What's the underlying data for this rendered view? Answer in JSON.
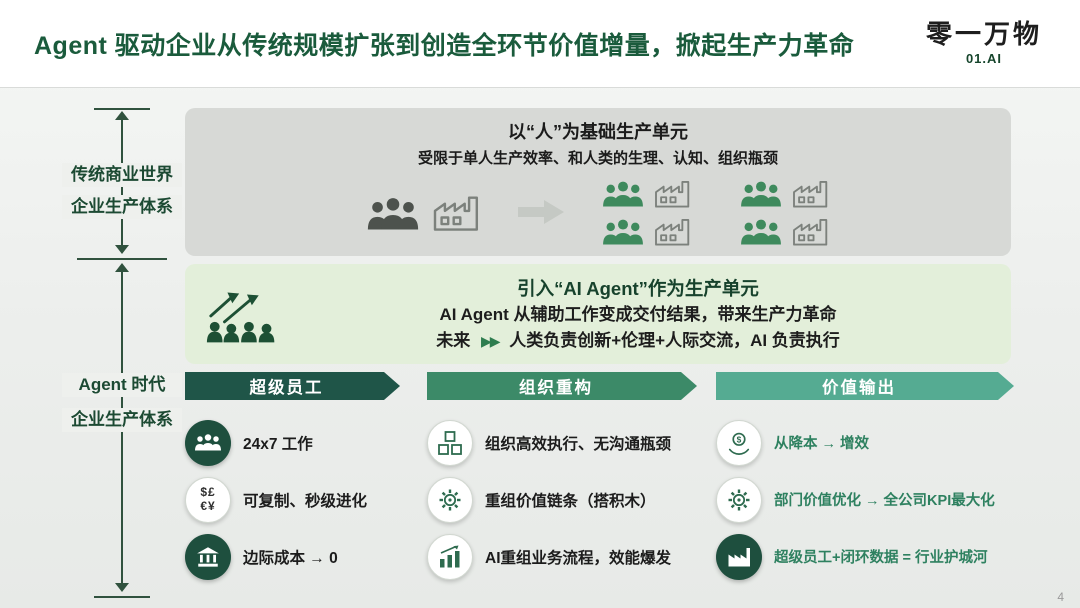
{
  "slide": {
    "title": "Agent 驱动企业从传统规模扩张到创造全环节价值增量，掀起生产力革命",
    "logo_text": "零一万物",
    "logo_sub": "01.AI",
    "page_number": "4"
  },
  "axis": {
    "top_label_line1": "传统商业世界",
    "top_label_line2": "企业生产体系",
    "bottom_label_line1": "Agent 时代",
    "bottom_label_line2": "企业生产体系"
  },
  "traditional_box": {
    "heading": "以“人”为基础生产单元",
    "subheading": "受限于单人生产效率、和人类的生理、认知、组织瓶颈"
  },
  "agent_box": {
    "heading": "引入“AI Agent”作为生产单元",
    "line2": "AI Agent 从辅助工作变成交付结果，带来生产力革命",
    "future_label": "未来",
    "future_arrows": "▶▶",
    "line3": "人类负责创新+伦理+人际交流，AI 负责执行"
  },
  "columns": [
    {
      "header": "超级员工",
      "items": [
        {
          "icon": "team-icon",
          "text": "24x7 工作"
        },
        {
          "icon": "currency-icon",
          "text": "可复制、秒级进化",
          "glyph_top": "$£",
          "glyph_bottom": "€¥"
        },
        {
          "icon": "bank-icon",
          "text": "边际成本 → 0"
        }
      ]
    },
    {
      "header": "组织重构",
      "items": [
        {
          "icon": "cubes-icon",
          "text": "组织高效执行、无沟通瓶颈"
        },
        {
          "icon": "gear-icon",
          "text": "重组价值链条（搭积木）"
        },
        {
          "icon": "bar-chart-icon",
          "text": "AI重组业务流程，效能爆发"
        }
      ]
    },
    {
      "header": "价值输出",
      "items": [
        {
          "icon": "coin-hand-icon",
          "text": "从降本 → 增效"
        },
        {
          "icon": "gear-icon",
          "text": "部门价值优化 → 全公司KPI最大化"
        },
        {
          "icon": "factory-icon",
          "text": "超级员工+闭环数据 = 行业护城河"
        }
      ]
    }
  ],
  "colors": {
    "title_green": "#1a5b3c",
    "banner_dark": "#1f5548",
    "banner_mid": "#3c8a68",
    "banner_teal": "#55ab92",
    "box_gray": "#d7d9d6",
    "box_light_green": "#e3efda",
    "value_text_green": "#2e8160"
  }
}
